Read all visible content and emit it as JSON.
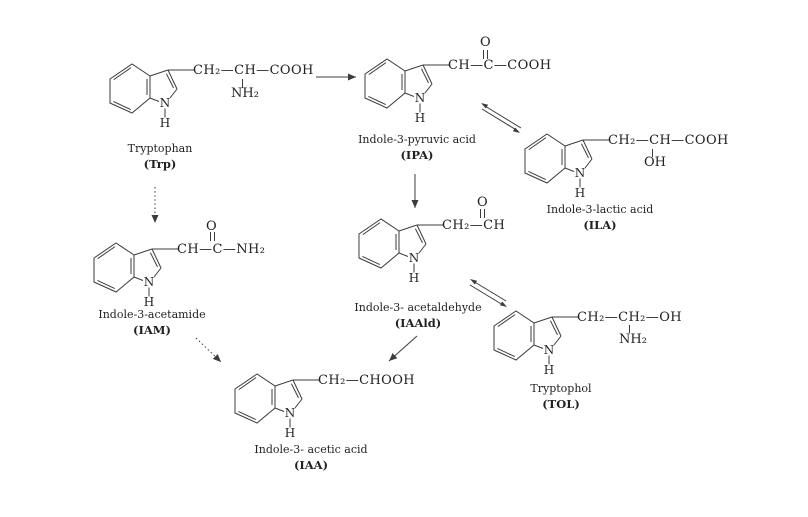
{
  "colors": {
    "background": "#ffffff",
    "line": "#3c3c3c",
    "text": "#222222"
  },
  "ring_atoms": {
    "nitrogen": "N",
    "hydrogen": "H"
  },
  "molecules": {
    "trp": {
      "name": "Tryptophan",
      "abbr": "(Trp)",
      "formula": "CH₂—CH—COOH",
      "below": "NH₂"
    },
    "ipa": {
      "name": "Indole-3-pyruvic acid",
      "abbr": "(IPA)",
      "formula": "CH—C—COOH",
      "above": "O"
    },
    "ila": {
      "name": "Indole-3-lactic acid",
      "abbr": "(ILA)",
      "formula": "CH₂—CH—COOH",
      "below": "OH"
    },
    "iam": {
      "name": "Indole-3-acetamide",
      "abbr": "(IAM)",
      "formula": "CH—C—NH₂",
      "above": "O"
    },
    "iaald": {
      "name": "Indole-3- acetaldehyde",
      "abbr": "(IAAld)",
      "formula": "CH₂—CH",
      "above": "O"
    },
    "tol": {
      "name": "Tryptophol",
      "abbr": "(TOL)",
      "formula": "CH₂—CH₂—OH",
      "below": "NH₂"
    },
    "iaa": {
      "name": "Indole-3- acetic acid",
      "abbr": "(IAA)",
      "formula": "CH₂—CHOOH"
    }
  }
}
